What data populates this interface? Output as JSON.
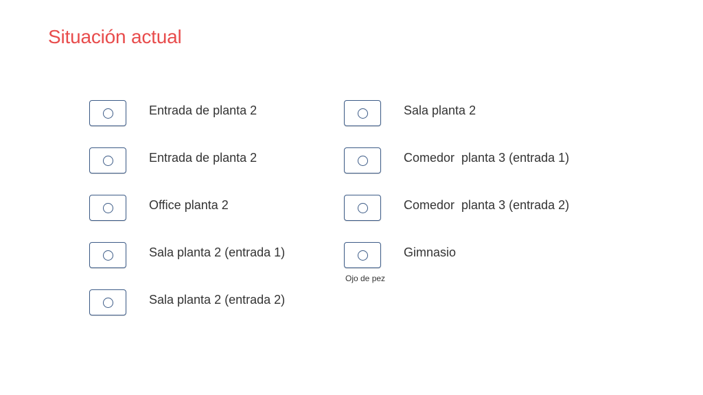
{
  "slide": {
    "title": "Situación actual"
  },
  "left_column": {
    "items": [
      {
        "label": "Entrada de planta 2",
        "icon": "camera-icon"
      },
      {
        "label": "Entrada de planta 2",
        "icon": "camera-icon"
      },
      {
        "label": "Office planta 2",
        "icon": "camera-icon"
      },
      {
        "label": "Sala planta 2 (entrada 1)",
        "icon": "camera-icon"
      },
      {
        "label": "Sala planta 2 (entrada 2)",
        "icon": "camera-icon"
      }
    ]
  },
  "right_column": {
    "items": [
      {
        "label": "Sala planta 2",
        "icon": "camera-icon"
      },
      {
        "label": "Comedor  planta 3 (entrada 1)",
        "icon": "camera-icon"
      },
      {
        "label": "Comedor  planta 3 (entrada 2)",
        "icon": "camera-icon"
      },
      {
        "label": "Gimnasio",
        "icon": "camera-icon",
        "note": "Ojo de pez"
      }
    ]
  },
  "colors": {
    "title": "#e84c4c",
    "icon_stroke": "#3b5a86",
    "text": "#333333"
  }
}
